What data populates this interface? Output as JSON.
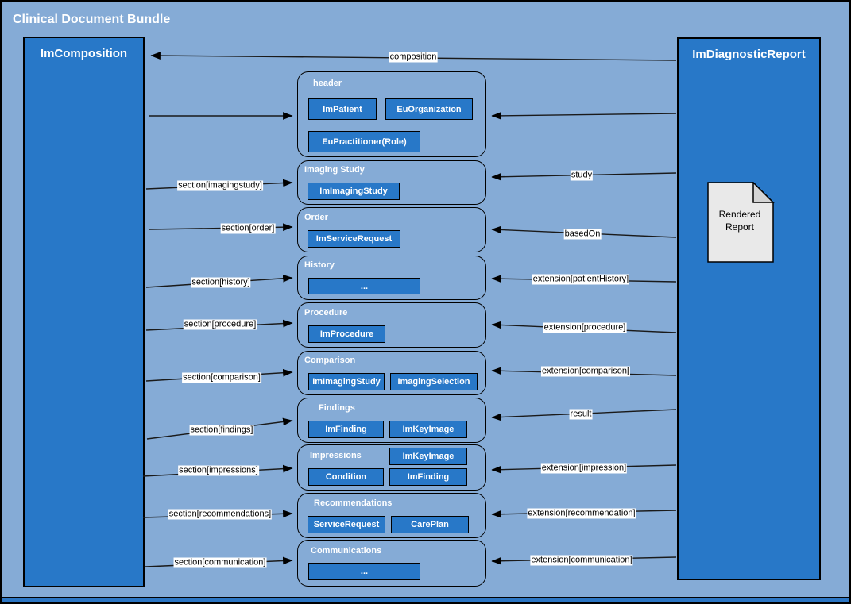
{
  "title": "Clinical Document Bundle",
  "left_box": {
    "label": "ImComposition"
  },
  "right_box": {
    "label": "ImDiagnosticReport",
    "document_label": "Rendered Report"
  },
  "sections": [
    {
      "title": "header",
      "buttons": [
        "ImPatient",
        "EuOrganization",
        "EuPractitioner(Role)"
      ]
    },
    {
      "title": "Imaging Study",
      "buttons": [
        "ImImagingStudy"
      ]
    },
    {
      "title": "Order",
      "buttons": [
        "ImServiceRequest"
      ]
    },
    {
      "title": "History",
      "buttons": [
        "..."
      ]
    },
    {
      "title": "Procedure",
      "buttons": [
        "ImProcedure"
      ]
    },
    {
      "title": "Comparison",
      "buttons": [
        "ImImagingStudy",
        "ImagingSelection"
      ]
    },
    {
      "title": "Findings",
      "buttons": [
        "ImFinding",
        "ImKeyImage"
      ]
    },
    {
      "title": "Impressions",
      "buttons": [
        "ImKeyImage",
        "Condition",
        "ImFinding"
      ]
    },
    {
      "title": "Recommendations",
      "buttons": [
        "ServiceRequest",
        "CarePlan"
      ]
    },
    {
      "title": "Communications",
      "buttons": [
        "..."
      ]
    }
  ],
  "left_labels": [
    "section[imagingstudy]",
    "section[order]",
    "section[history]",
    "section[procedure]",
    "section[comparison]",
    "section[findings]",
    "section[impressions]",
    "section[recommendations]",
    "section[communication]"
  ],
  "right_labels": [
    "composition",
    "study",
    "basedOn",
    "extension[patientHistory]",
    "extension[procedure]",
    "extension[comparison[",
    "result",
    "extension[impression]",
    "extension[recommendation]",
    "extension[communication]"
  ],
  "colors": {
    "background": "#2c76c4",
    "canvas": "#85abd6",
    "node": "#2878c8",
    "label_bg": "#ffffff",
    "document_fill": "#e9e9e9"
  }
}
